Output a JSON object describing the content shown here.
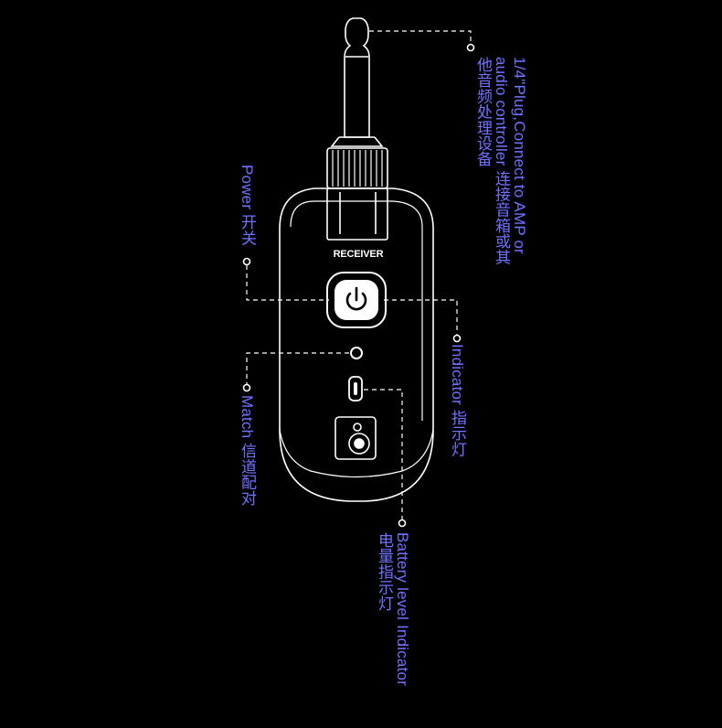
{
  "device": {
    "brand_text": "RECEIVER"
  },
  "labels": {
    "plug": {
      "line1": "1/4\"Plug,Connect to AMP or",
      "line2": "audio controller  连接音箱或其",
      "line3": "他音频处理设备"
    },
    "power": {
      "text": "Power 开关"
    },
    "indicator": {
      "text": "Indicator 指示灯"
    },
    "match": {
      "text": "Match 信道配对"
    },
    "battery": {
      "line1": "Battery  level Indicator",
      "line2": "电量指示灯"
    }
  },
  "colors": {
    "background": "#000000",
    "label": "#6f72ff",
    "outline": "#ffffff"
  }
}
